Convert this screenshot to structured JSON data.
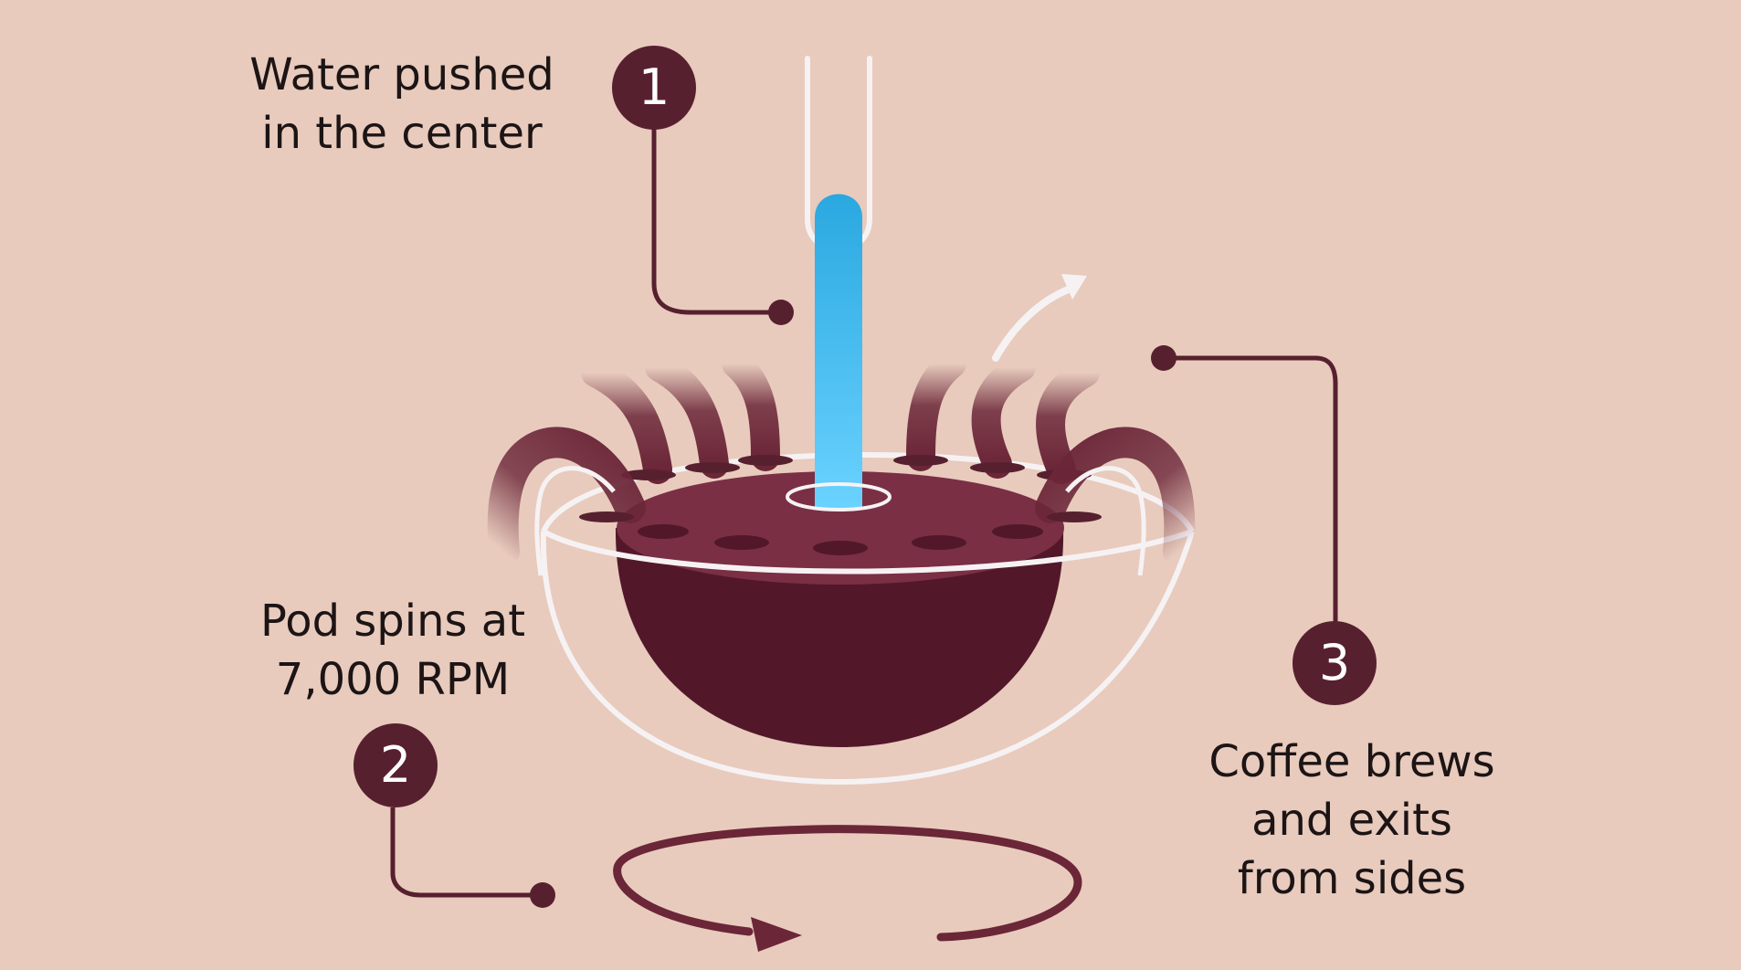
{
  "steps": [
    {
      "number": "1",
      "lines": [
        "Water pushed",
        "in the center"
      ]
    },
    {
      "number": "2",
      "lines": [
        "Pod spins at",
        "7,000 RPM"
      ]
    },
    {
      "number": "3",
      "lines": [
        "Coffee brews",
        "and exits",
        "from sides"
      ]
    }
  ],
  "colors": {
    "background": "#e8cbbd",
    "accent": "#57202f",
    "pod_top": "#7a2f45",
    "pod_bowl": "#52182a",
    "water_top": "#2aa8e0",
    "water_bottom": "#6ad2ff",
    "outline": "#f6f2f4",
    "text": "#1c1415"
  }
}
